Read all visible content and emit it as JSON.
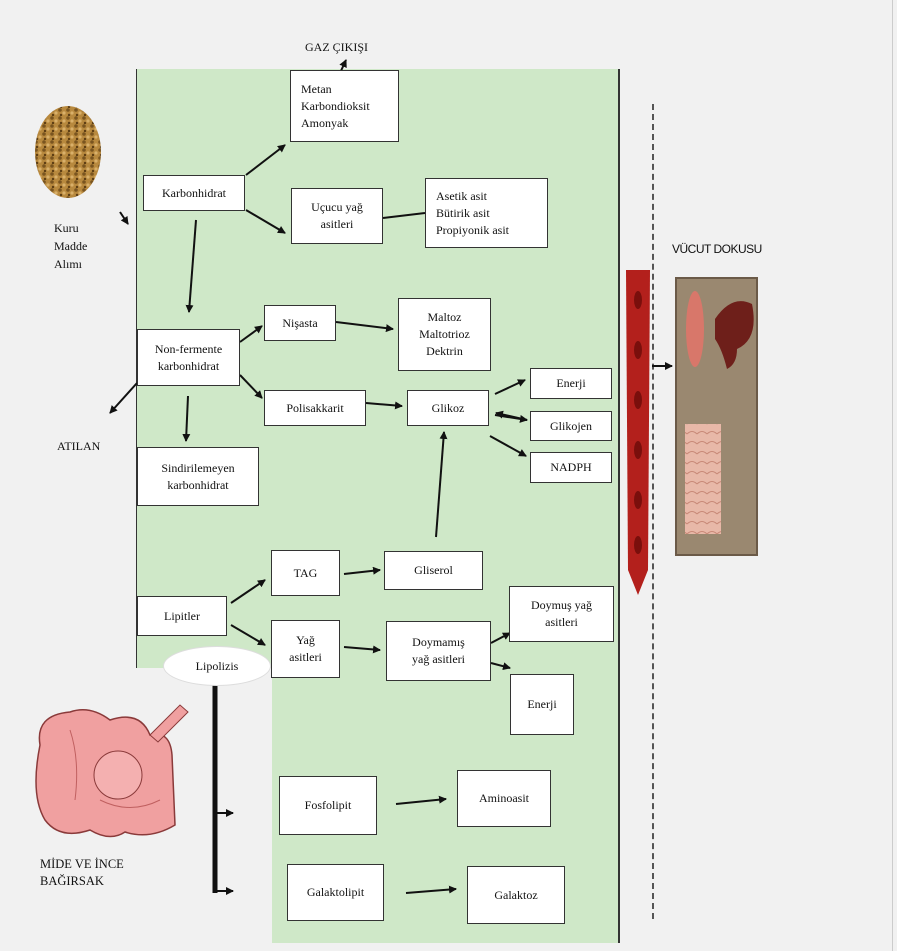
{
  "gas_exit": "GAZ ÇIKIŞI",
  "gas_box": "Metan\nKarbondioksit\nAmonyak",
  "intake": "Kuru\nMadde\nAlımı",
  "karbonhidrat": "Karbonhidrat",
  "ucucu": "Uçucu yağ\nasitleri",
  "vfa_list": "Asetik asit\nBütirik asit\nPropiyonik asit",
  "non_fermente": "Non-fermente\nkarbonhidrat",
  "nisasta": "Nişasta",
  "maltoz": "Maltoz\nMaltotrioz\nDektrin",
  "polisakkarit": "Polisakkarit",
  "glikoz": "Glikoz",
  "enerji1": "Enerji",
  "glikojen": "Glikojen",
  "nadph": "NADPH",
  "atilan": "ATILAN",
  "sindirilemeyen": "Sindirilemeyen\nkarbonhidrat",
  "tag": "TAG",
  "gliserol": "Gliserol",
  "lipitler": "Lipitler",
  "yag_asit": "Yağ\nasitleri",
  "doymamis": "Doymamış\nyağ asitleri",
  "doymus": "Doymuş yağ\nasitleri",
  "enerji2": "Enerji",
  "lipolizis": "Lipolizis",
  "fosfolipit": "Fosfolipit",
  "aminoasit": "Aminoasit",
  "galaktolipit": "Galaktolipit",
  "galaktoz": "Galaktoz",
  "stomach_label": "MİDE VE İNCE\nBAĞIRSAK",
  "vucut": "VÜCUT DOKUSU",
  "colors": {
    "green_bg": "#cfe8c8",
    "vessel": "#b3201c",
    "cell": "#8e1210",
    "tissue": "#9a8870",
    "stomach": "#f0a0a0"
  }
}
